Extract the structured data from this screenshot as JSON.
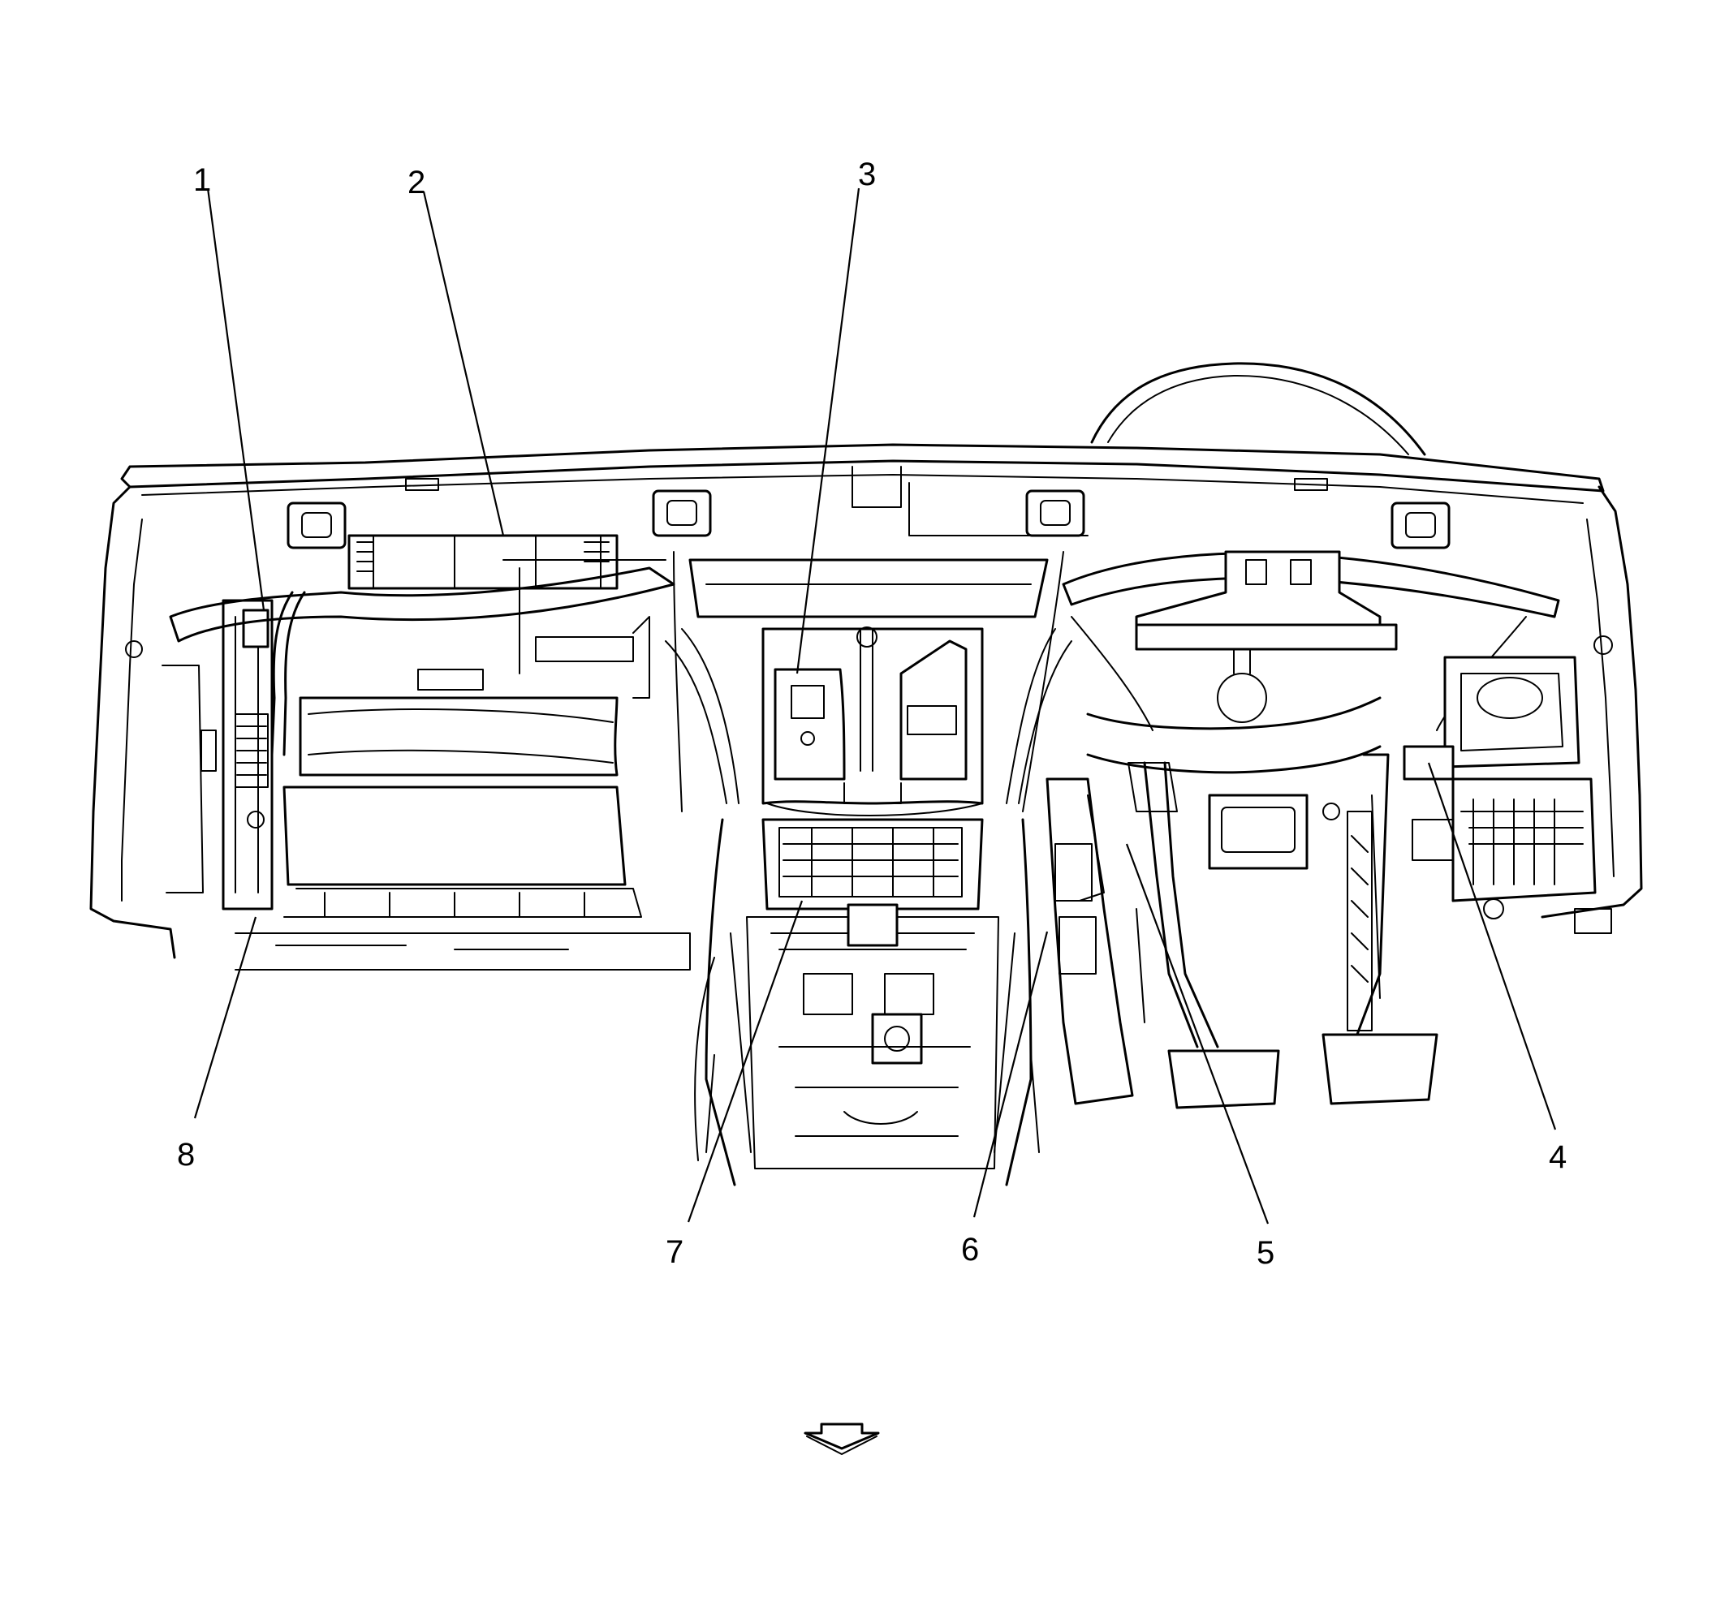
{
  "diagram": {
    "callouts": [
      {
        "id": "1",
        "label": "1"
      },
      {
        "id": "2",
        "label": "2"
      },
      {
        "id": "3",
        "label": "3"
      },
      {
        "id": "4",
        "label": "4"
      },
      {
        "id": "5",
        "label": "5"
      },
      {
        "id": "6",
        "label": "6"
      },
      {
        "id": "7",
        "label": "7"
      },
      {
        "id": "8",
        "label": "8"
      }
    ],
    "direction_icon": "forward-arrow-icon"
  }
}
